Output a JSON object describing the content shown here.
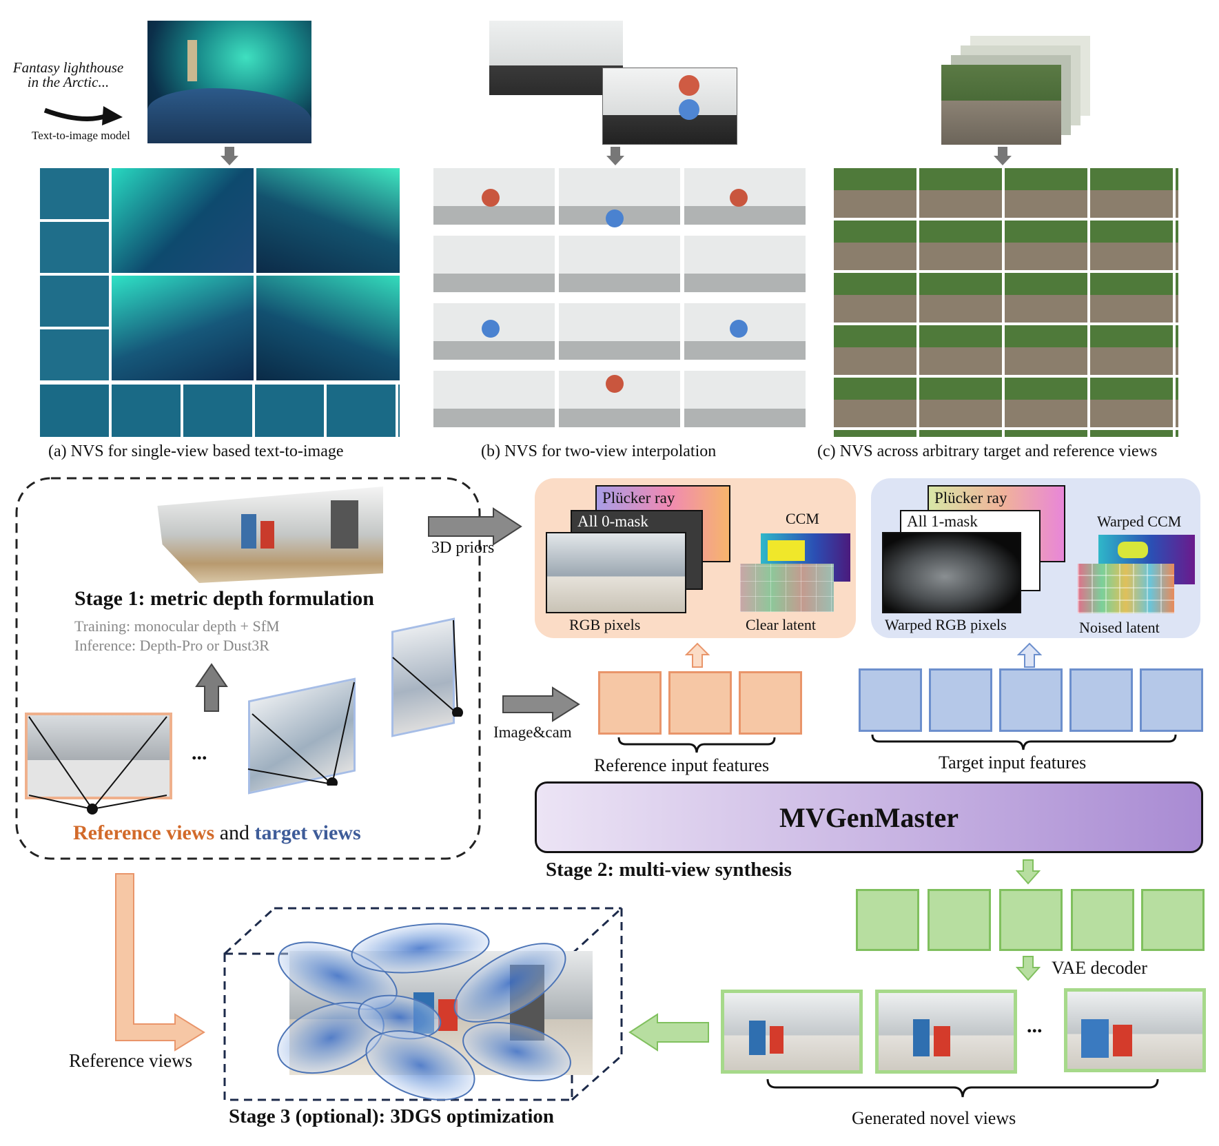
{
  "top": {
    "prompt_text_line1": "Fantasy lighthouse",
    "prompt_text_line2": "in the Arctic...",
    "t2i_label": "Text-to-image model",
    "caption_a": "(a) NVS for single-view based text-to-image",
    "caption_b": "(b) NVS for two-view interpolation",
    "caption_c": "(c) NVS across arbitrary target and reference views"
  },
  "stage1": {
    "title": "Stage 1: metric depth formulation",
    "training": "Training: monocular depth + SfM",
    "inference": "Inference: Depth-Pro or Dust3R",
    "ellipsis": "...",
    "ref_word": "Reference views",
    "and_word": "and",
    "target_word": "target views"
  },
  "arrows": {
    "priors": "3D priors",
    "imagecam": "Image&cam"
  },
  "ref_panel": {
    "plucker": "Plücker ray",
    "mask": "All 0-mask",
    "rgb": "RGB pixels",
    "ccm": "CCM",
    "latent": "Clear latent"
  },
  "tgt_panel": {
    "plucker": "Plücker ray",
    "mask": "All 1-mask",
    "rgb": "Warped RGB pixels",
    "ccm": "Warped CCM",
    "latent": "Noised latent"
  },
  "features": {
    "ref_label": "Reference input features",
    "tgt_label": "Target input features"
  },
  "model": {
    "name": "MVGenMaster",
    "stage2": "Stage 2: multi-view synthesis"
  },
  "decoder": {
    "vae": "VAE decoder",
    "ellipsis": "...",
    "generated": "Generated novel views"
  },
  "stage3": {
    "ref_views": "Reference views",
    "title": "Stage 3 (optional): 3DGS optimization"
  },
  "colors": {
    "orange": "#d26a2a",
    "blue": "#3e5c99",
    "orange_fill": "#f6c7a5",
    "blue_fill": "#b5c8e8",
    "green_fill": "#b7dea0",
    "mvgen_start": "#ece4f5",
    "mvgen_end": "#a98bd3"
  }
}
